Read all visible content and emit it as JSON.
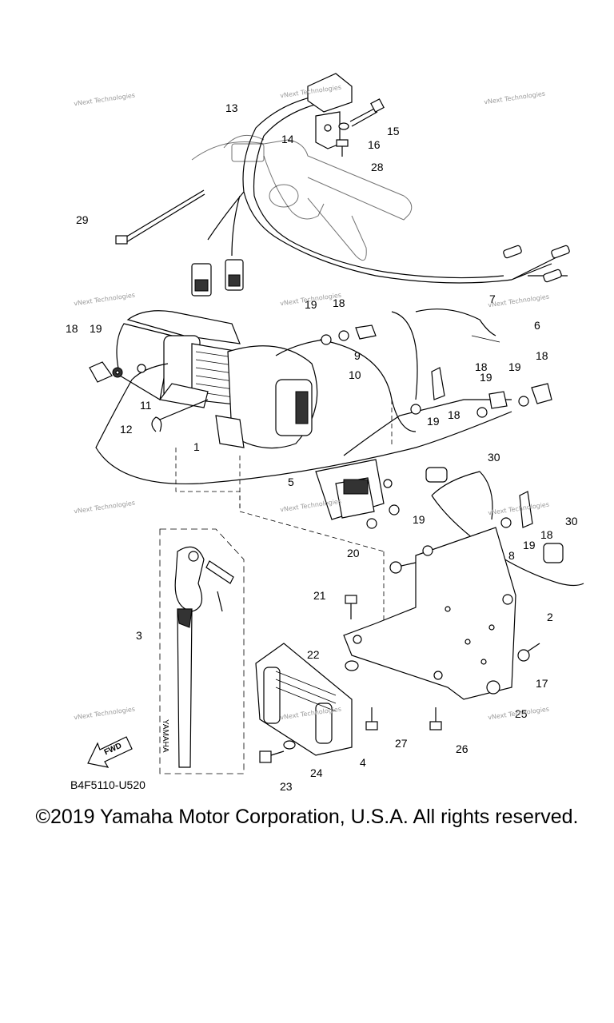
{
  "diagram": {
    "part_labels": [
      {
        "id": "lbl-1",
        "text": "1"
      },
      {
        "id": "lbl-2",
        "text": "2"
      },
      {
        "id": "lbl-3",
        "text": "3"
      },
      {
        "id": "lbl-4",
        "text": "4"
      },
      {
        "id": "lbl-5",
        "text": "5"
      },
      {
        "id": "lbl-6",
        "text": "6"
      },
      {
        "id": "lbl-7",
        "text": "7"
      },
      {
        "id": "lbl-8",
        "text": "8"
      },
      {
        "id": "lbl-9",
        "text": "9"
      },
      {
        "id": "lbl-10",
        "text": "10"
      },
      {
        "id": "lbl-11",
        "text": "11"
      },
      {
        "id": "lbl-12",
        "text": "12"
      },
      {
        "id": "lbl-13",
        "text": "13"
      },
      {
        "id": "lbl-14",
        "text": "14"
      },
      {
        "id": "lbl-15",
        "text": "15"
      },
      {
        "id": "lbl-16",
        "text": "16"
      },
      {
        "id": "lbl-17",
        "text": "17"
      },
      {
        "id": "lbl-18a",
        "text": "18"
      },
      {
        "id": "lbl-18b",
        "text": "18"
      },
      {
        "id": "lbl-18c",
        "text": "18"
      },
      {
        "id": "lbl-18d",
        "text": "18"
      },
      {
        "id": "lbl-18e",
        "text": "18"
      },
      {
        "id": "lbl-18f",
        "text": "18"
      },
      {
        "id": "lbl-19a",
        "text": "19"
      },
      {
        "id": "lbl-19b",
        "text": "19"
      },
      {
        "id": "lbl-19c",
        "text": "19"
      },
      {
        "id": "lbl-19d",
        "text": "19"
      },
      {
        "id": "lbl-19e",
        "text": "19"
      },
      {
        "id": "lbl-19f",
        "text": "19"
      },
      {
        "id": "lbl-19g",
        "text": "19"
      },
      {
        "id": "lbl-20",
        "text": "20"
      },
      {
        "id": "lbl-21",
        "text": "21"
      },
      {
        "id": "lbl-22",
        "text": "22"
      },
      {
        "id": "lbl-23",
        "text": "23"
      },
      {
        "id": "lbl-24",
        "text": "24"
      },
      {
        "id": "lbl-25",
        "text": "25"
      },
      {
        "id": "lbl-26",
        "text": "26"
      },
      {
        "id": "lbl-27",
        "text": "27"
      },
      {
        "id": "lbl-28",
        "text": "28"
      },
      {
        "id": "lbl-29",
        "text": "29"
      },
      {
        "id": "lbl-30a",
        "text": "30"
      },
      {
        "id": "lbl-30b",
        "text": "30"
      }
    ],
    "watermark": "vNext Technologies",
    "fwd_label": "FWD",
    "strap_text": "YAMAHA",
    "diagram_code": "B4F5110-U520"
  },
  "footer": {
    "copyright": "©2019 Yamaha Motor Corporation, U.S.A. All rights reserved."
  }
}
